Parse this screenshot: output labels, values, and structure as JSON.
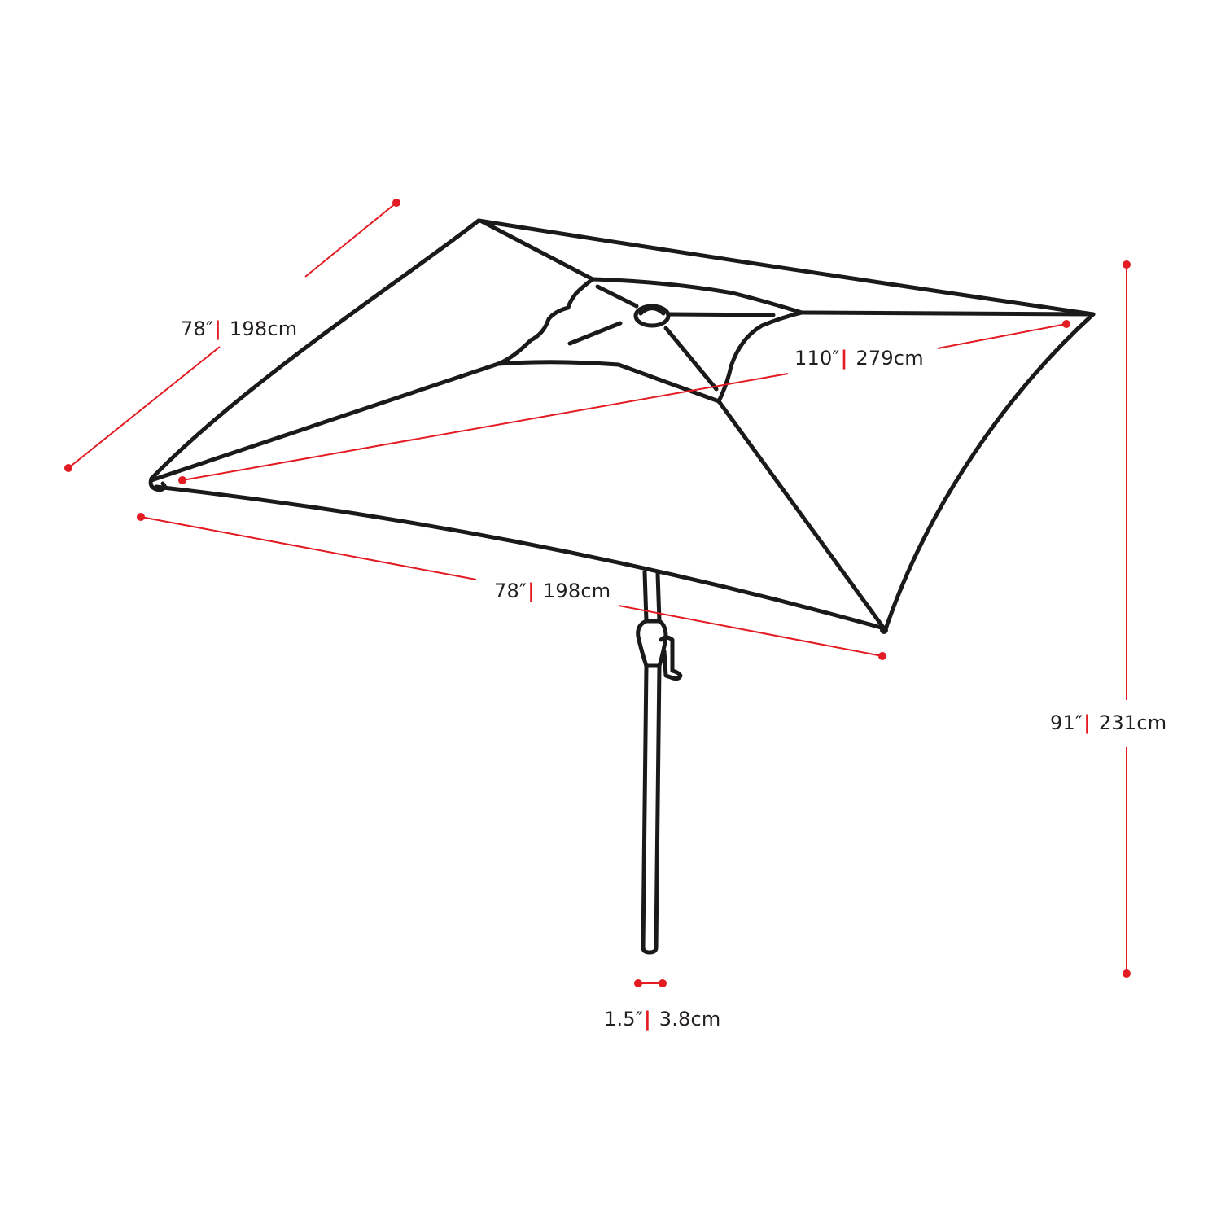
{
  "diagram": {
    "subject": "Square tilting patio umbrella dimension drawing",
    "colors": {
      "line": "#1a1a1a",
      "dimension": "#e31b23",
      "text": "#231f20",
      "background": "#ffffff"
    },
    "dimensions": {
      "side_depth": {
        "imperial": "78″",
        "separator": "|",
        "metric": "198cm"
      },
      "diagonal": {
        "imperial": "110″",
        "separator": "|",
        "metric": "279cm"
      },
      "side_width": {
        "imperial": "78″",
        "separator": "|",
        "metric": "198cm"
      },
      "height": {
        "imperial": "91″",
        "separator": "|",
        "metric": "231cm"
      },
      "pole_diameter": {
        "imperial": "1.5″",
        "separator": "|",
        "metric": "3.8cm"
      }
    }
  }
}
